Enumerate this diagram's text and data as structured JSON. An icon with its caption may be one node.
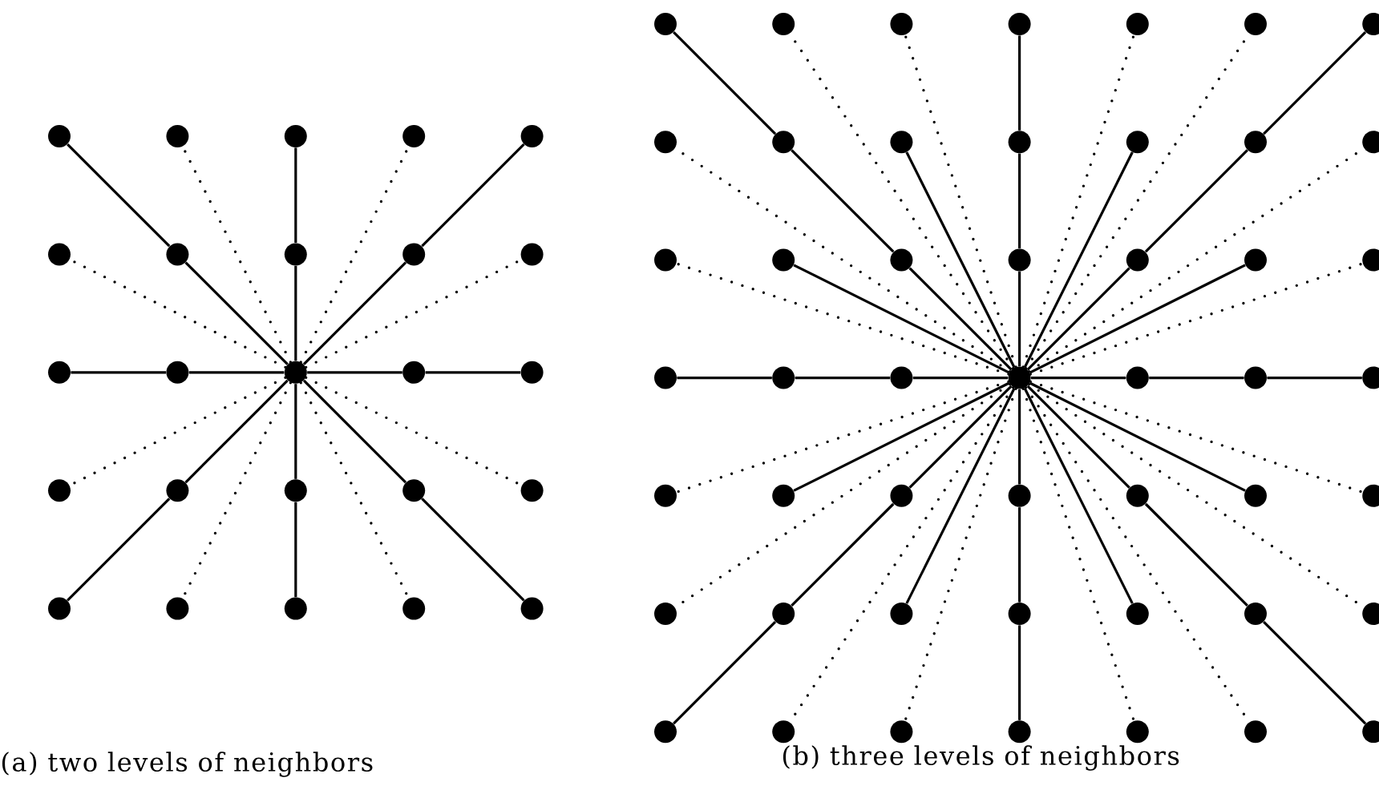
{
  "diagram": {
    "nodes": [
      {
        "text": [],
        "shape": "circle"
      },
      {
        "text": [],
        "shape": "circle"
      },
      {
        "text": [],
        "shape": "circle"
      },
      {
        "text": [],
        "shape": "circle"
      },
      {
        "text": [],
        "shape": "circle"
      },
      {
        "text": [],
        "shape": "circle"
      },
      {
        "text": [],
        "shape": "circle"
      },
      {
        "text": [],
        "shape": "circle"
      },
      {
        "text": [],
        "shape": "circle"
      },
      {
        "text": [],
        "shape": "circle"
      },
      {
        "text": [],
        "shape": "circle"
      },
      {
        "text": [],
        "shape": "circle"
      },
      {
        "text": [],
        "shape": "circle"
      },
      {
        "text": [],
        "shape": "circle"
      },
      {
        "text": [],
        "shape": "circle"
      },
      {
        "text": [],
        "shape": "circle"
      },
      {
        "text": [],
        "shape": "circle"
      },
      {
        "text": [],
        "shape": "circle"
      },
      {
        "text": [],
        "shape": "circle"
      },
      {
        "text": [],
        "shape": "circle"
      },
      {
        "text": [],
        "shape": "circle"
      },
      {
        "text": [],
        "shape": "circle"
      },
      {
        "text": [],
        "shape": "circle"
      },
      {
        "text": [],
        "shape": "circle"
      },
      {
        "text": [],
        "shape": "circle"
      },
      {
        "text": [],
        "shape": "circle"
      },
      {
        "text": [],
        "shape": "circle"
      },
      {
        "text": [],
        "shape": "circle"
      },
      {
        "text": [],
        "shape": "circle"
      },
      {
        "text": [],
        "shape": "circle"
      },
      {
        "text": [],
        "shape": "circle"
      },
      {
        "text": [],
        "shape": "circle"
      },
      {
        "text": [],
        "shape": "circle"
      },
      {
        "text": [],
        "shape": "circle"
      },
      {
        "text": [],
        "shape": "circle"
      },
      {
        "text": [],
        "shape": "circle"
      },
      {
        "text": [],
        "shape": "circle"
      },
      {
        "text": [],
        "shape": "circle"
      },
      {
        "text": [],
        "shape": "circle"
      },
      {
        "text": [],
        "shape": "circle"
      },
      {
        "text": [],
        "shape": "circle"
      },
      {
        "text": [],
        "shape": "circle"
      },
      {
        "text": [],
        "shape": "circle"
      },
      {
        "text": [],
        "shape": "circle"
      },
      {
        "text": [],
        "shape": "circle"
      },
      {
        "text": [],
        "shape": "circle"
      },
      {
        "text": [],
        "shape": "circle"
      },
      {
        "text": [],
        "shape": "circle"
      },
      {
        "text": [],
        "shape": "circle"
      },
      {
        "text": [],
        "shape": "circle"
      },
      {
        "text": [],
        "shape": "circle"
      },
      {
        "text": [],
        "shape": "circle"
      },
      {
        "text": [],
        "shape": "circle"
      },
      {
        "text": [],
        "shape": "circle"
      },
      {
        "text": [],
        "shape": "circle"
      },
      {
        "text": [],
        "shape": "circle"
      },
      {
        "text": [],
        "shape": "circle"
      },
      {
        "text": [],
        "shape": "circle"
      },
      {
        "text": [],
        "shape": "circle"
      },
      {
        "text": [],
        "shape": "circle"
      },
      {
        "text": [],
        "shape": "circle"
      },
      {
        "text": [],
        "shape": "circle"
      },
      {
        "text": [],
        "shape": "circle"
      },
      {
        "text": [],
        "shape": "circle"
      },
      {
        "text": [],
        "shape": "circle"
      },
      {
        "text": [],
        "shape": "circle"
      },
      {
        "text": [],
        "shape": "circle"
      },
      {
        "text": [],
        "shape": "circle"
      },
      {
        "text": [],
        "shape": "circle"
      },
      {
        "text": [],
        "shape": "circle"
      },
      {
        "text": [],
        "shape": "circle"
      },
      {
        "text": [],
        "shape": "circle"
      },
      {
        "text": [],
        "shape": "circle"
      },
      {
        "text": [],
        "shape": "circle"
      }
    ],
    "edges": [
      {
        "from": 12,
        "to": 6,
        "arrow": "none"
      },
      {
        "from": 6,
        "to": 0,
        "arrow": "none"
      },
      {
        "from": 12,
        "to": 7,
        "arrow": "none"
      },
      {
        "from": 7,
        "to": 2,
        "arrow": "none"
      },
      {
        "from": 12,
        "to": 8,
        "arrow": "none"
      },
      {
        "from": 8,
        "to": 4,
        "arrow": "none"
      },
      {
        "from": 12,
        "to": 11,
        "arrow": "none"
      },
      {
        "from": 11,
        "to": 10,
        "arrow": "none"
      },
      {
        "from": 12,
        "to": 13,
        "arrow": "none"
      },
      {
        "from": 13,
        "to": 14,
        "arrow": "none"
      },
      {
        "from": 12,
        "to": 16,
        "arrow": "none"
      },
      {
        "from": 16,
        "to": 20,
        "arrow": "none"
      },
      {
        "from": 12,
        "to": 17,
        "arrow": "none"
      },
      {
        "from": 17,
        "to": 22,
        "arrow": "none"
      },
      {
        "from": 12,
        "to": 18,
        "arrow": "none"
      },
      {
        "from": 18,
        "to": 24,
        "arrow": "none"
      },
      {
        "from": 12,
        "to": 1,
        "arrow": "none",
        "style": "dashed"
      },
      {
        "from": 12,
        "to": 3,
        "arrow": "none",
        "style": "dashed"
      },
      {
        "from": 12,
        "to": 5,
        "arrow": "none",
        "style": "dashed"
      },
      {
        "from": 12,
        "to": 9,
        "arrow": "none",
        "style": "dashed"
      },
      {
        "from": 12,
        "to": 15,
        "arrow": "none",
        "style": "dashed"
      },
      {
        "from": 12,
        "to": 19,
        "arrow": "none",
        "style": "dashed"
      },
      {
        "from": 12,
        "to": 21,
        "arrow": "none",
        "style": "dashed"
      },
      {
        "from": 12,
        "to": 23,
        "arrow": "none",
        "style": "dashed"
      },
      {
        "from": 49,
        "to": 41,
        "arrow": "none"
      },
      {
        "from": 41,
        "to": 33,
        "arrow": "none"
      },
      {
        "from": 33,
        "to": 25,
        "arrow": "none"
      },
      {
        "from": 49,
        "to": 42,
        "arrow": "none"
      },
      {
        "from": 42,
        "to": 35,
        "arrow": "none"
      },
      {
        "from": 35,
        "to": 28,
        "arrow": "none"
      },
      {
        "from": 49,
        "to": 43,
        "arrow": "none"
      },
      {
        "from": 43,
        "to": 37,
        "arrow": "none"
      },
      {
        "from": 37,
        "to": 31,
        "arrow": "none"
      },
      {
        "from": 49,
        "to": 48,
        "arrow": "none"
      },
      {
        "from": 48,
        "to": 47,
        "arrow": "none"
      },
      {
        "from": 47,
        "to": 46,
        "arrow": "none"
      },
      {
        "from": 49,
        "to": 50,
        "arrow": "none"
      },
      {
        "from": 50,
        "to": 51,
        "arrow": "none"
      },
      {
        "from": 51,
        "to": 52,
        "arrow": "none"
      },
      {
        "from": 49,
        "to": 55,
        "arrow": "none"
      },
      {
        "from": 55,
        "to": 61,
        "arrow": "none"
      },
      {
        "from": 61,
        "to": 67,
        "arrow": "none"
      },
      {
        "from": 49,
        "to": 56,
        "arrow": "none"
      },
      {
        "from": 56,
        "to": 63,
        "arrow": "none"
      },
      {
        "from": 63,
        "to": 70,
        "arrow": "none"
      },
      {
        "from": 49,
        "to": 57,
        "arrow": "none"
      },
      {
        "from": 57,
        "to": 65,
        "arrow": "none"
      },
      {
        "from": 65,
        "to": 73,
        "arrow": "none"
      },
      {
        "from": 49,
        "to": 34,
        "arrow": "none"
      },
      {
        "from": 49,
        "to": 36,
        "arrow": "none"
      },
      {
        "from": 49,
        "to": 40,
        "arrow": "none"
      },
      {
        "from": 49,
        "to": 44,
        "arrow": "none"
      },
      {
        "from": 49,
        "to": 54,
        "arrow": "none"
      },
      {
        "from": 49,
        "to": 58,
        "arrow": "none"
      },
      {
        "from": 49,
        "to": 62,
        "arrow": "none"
      },
      {
        "from": 49,
        "to": 64,
        "arrow": "none"
      },
      {
        "from": 49,
        "to": 26,
        "arrow": "none",
        "style": "dashed"
      },
      {
        "from": 49,
        "to": 27,
        "arrow": "none",
        "style": "dashed"
      },
      {
        "from": 49,
        "to": 29,
        "arrow": "none",
        "style": "dashed"
      },
      {
        "from": 49,
        "to": 30,
        "arrow": "none",
        "style": "dashed"
      },
      {
        "from": 49,
        "to": 32,
        "arrow": "none",
        "style": "dashed"
      },
      {
        "from": 49,
        "to": 38,
        "arrow": "none",
        "style": "dashed"
      },
      {
        "from": 49,
        "to": 39,
        "arrow": "none",
        "style": "dashed"
      },
      {
        "from": 49,
        "to": 45,
        "arrow": "none",
        "style": "dashed"
      },
      {
        "from": 49,
        "to": 53,
        "arrow": "none",
        "style": "dashed"
      },
      {
        "from": 49,
        "to": 59,
        "arrow": "none",
        "style": "dashed"
      },
      {
        "from": 49,
        "to": 60,
        "arrow": "none",
        "style": "dashed"
      },
      {
        "from": 49,
        "to": 66,
        "arrow": "none",
        "style": "dashed"
      },
      {
        "from": 49,
        "to": 68,
        "arrow": "none",
        "style": "dashed"
      },
      {
        "from": 49,
        "to": 69,
        "arrow": "none",
        "style": "dashed"
      },
      {
        "from": 49,
        "to": 71,
        "arrow": "none",
        "style": "dashed"
      },
      {
        "from": 49,
        "to": 72,
        "arrow": "none",
        "style": "dashed"
      }
    ],
    "labels": [
      "(a) two levels of neighbors",
      "(b) three levels of neighbors"
    ]
  }
}
